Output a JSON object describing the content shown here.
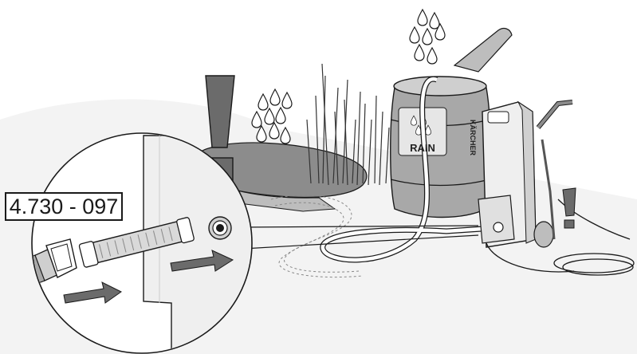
{
  "diagram": {
    "part_number": "4.730 - 097",
    "barrel_label": "RAIN",
    "brand_label": "KÄRCHER",
    "warning_glyph": "!",
    "icons": [
      "water-drop-icon",
      "warning-exclamation-icon",
      "flow-arrow-icon"
    ],
    "colors": {
      "outline": "#1a1a1a",
      "dark_fill": "#6b6b6b",
      "mid_fill": "#a8a8a8",
      "light_fill": "#d9d9d9",
      "pond_fill": "#8c8c8c"
    }
  }
}
